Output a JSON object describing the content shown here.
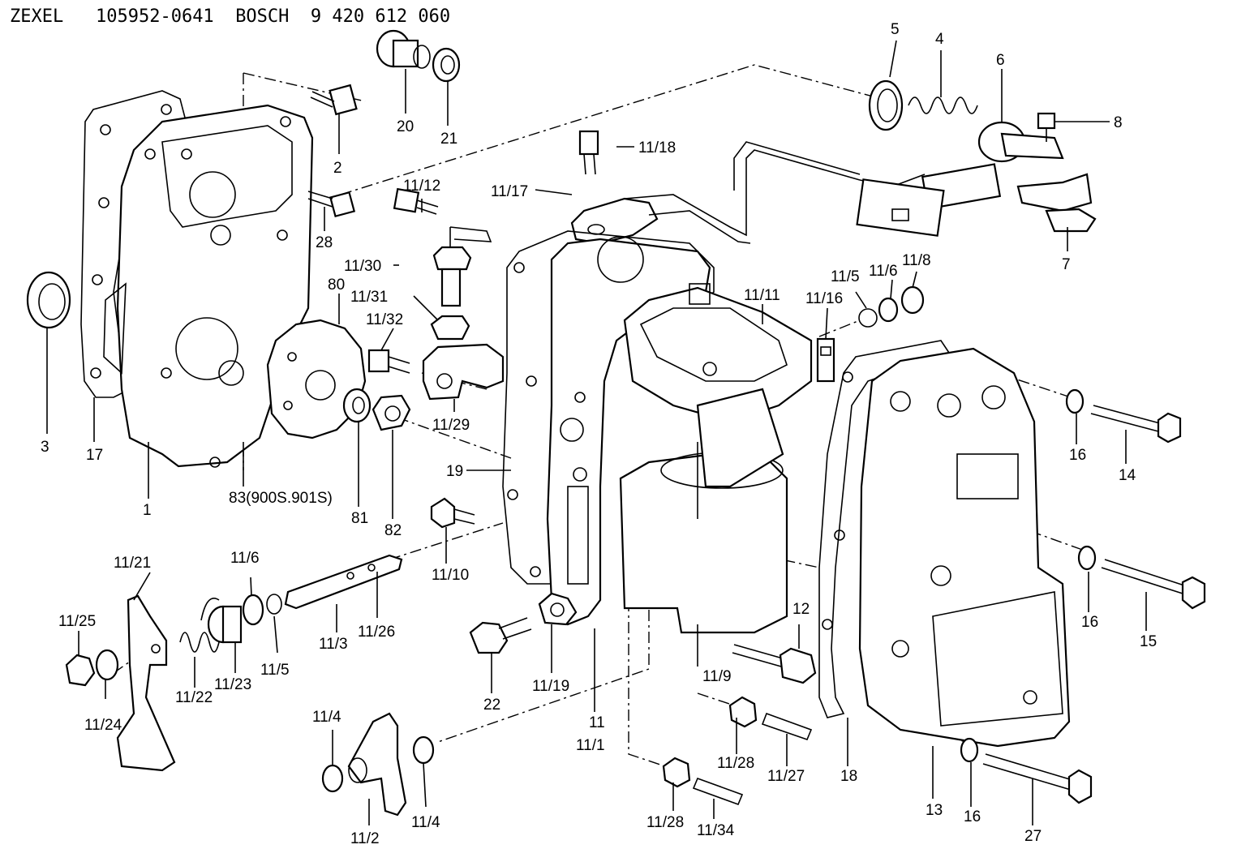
{
  "header": {
    "brand1": "ZEXEL",
    "part_no_1": "105952-0641",
    "brand2": "BOSCH",
    "part_no_2": "9 420 612 060"
  },
  "callouts": {
    "c1": "1",
    "c2": "2",
    "c3": "3",
    "c4": "4",
    "c5": "5",
    "c6": "6",
    "c7": "7",
    "c8": "8",
    "c11": "11",
    "c11_1": "11/1",
    "c11_2": "11/2",
    "c11_3": "11/3",
    "c11_4a": "11/4",
    "c11_4b": "11/4",
    "c11_5a": "11/5",
    "c11_5b": "11/5",
    "c11_6a": "11/6",
    "c11_6b": "11/6",
    "c11_8": "11/8",
    "c11_9": "11/9",
    "c11_10": "11/10",
    "c11_11": "11/11",
    "c11_12": "11/12",
    "c11_16": "11/16",
    "c11_17": "11/17",
    "c11_18": "11/18",
    "c11_19": "11/19",
    "c11_21": "11/21",
    "c11_22": "11/22",
    "c11_23": "11/23",
    "c11_24": "11/24",
    "c11_25": "11/25",
    "c11_26": "11/26",
    "c11_27": "11/27",
    "c11_28a": "11/28",
    "c11_28b": "11/28",
    "c11_29": "11/29",
    "c11_30": "11/30",
    "c11_31": "11/31",
    "c11_32": "11/32",
    "c11_34": "11/34",
    "c12": "12",
    "c13": "13",
    "c14": "14",
    "c15": "15",
    "c16a": "16",
    "c16b": "16",
    "c16c": "16",
    "c17": "17",
    "c18": "18",
    "c19": "19",
    "c20": "20",
    "c21": "21",
    "c22": "22",
    "c27": "27",
    "c28": "28",
    "c80": "80",
    "c81": "81",
    "c82": "82",
    "c83": "83(900S.901S)"
  }
}
